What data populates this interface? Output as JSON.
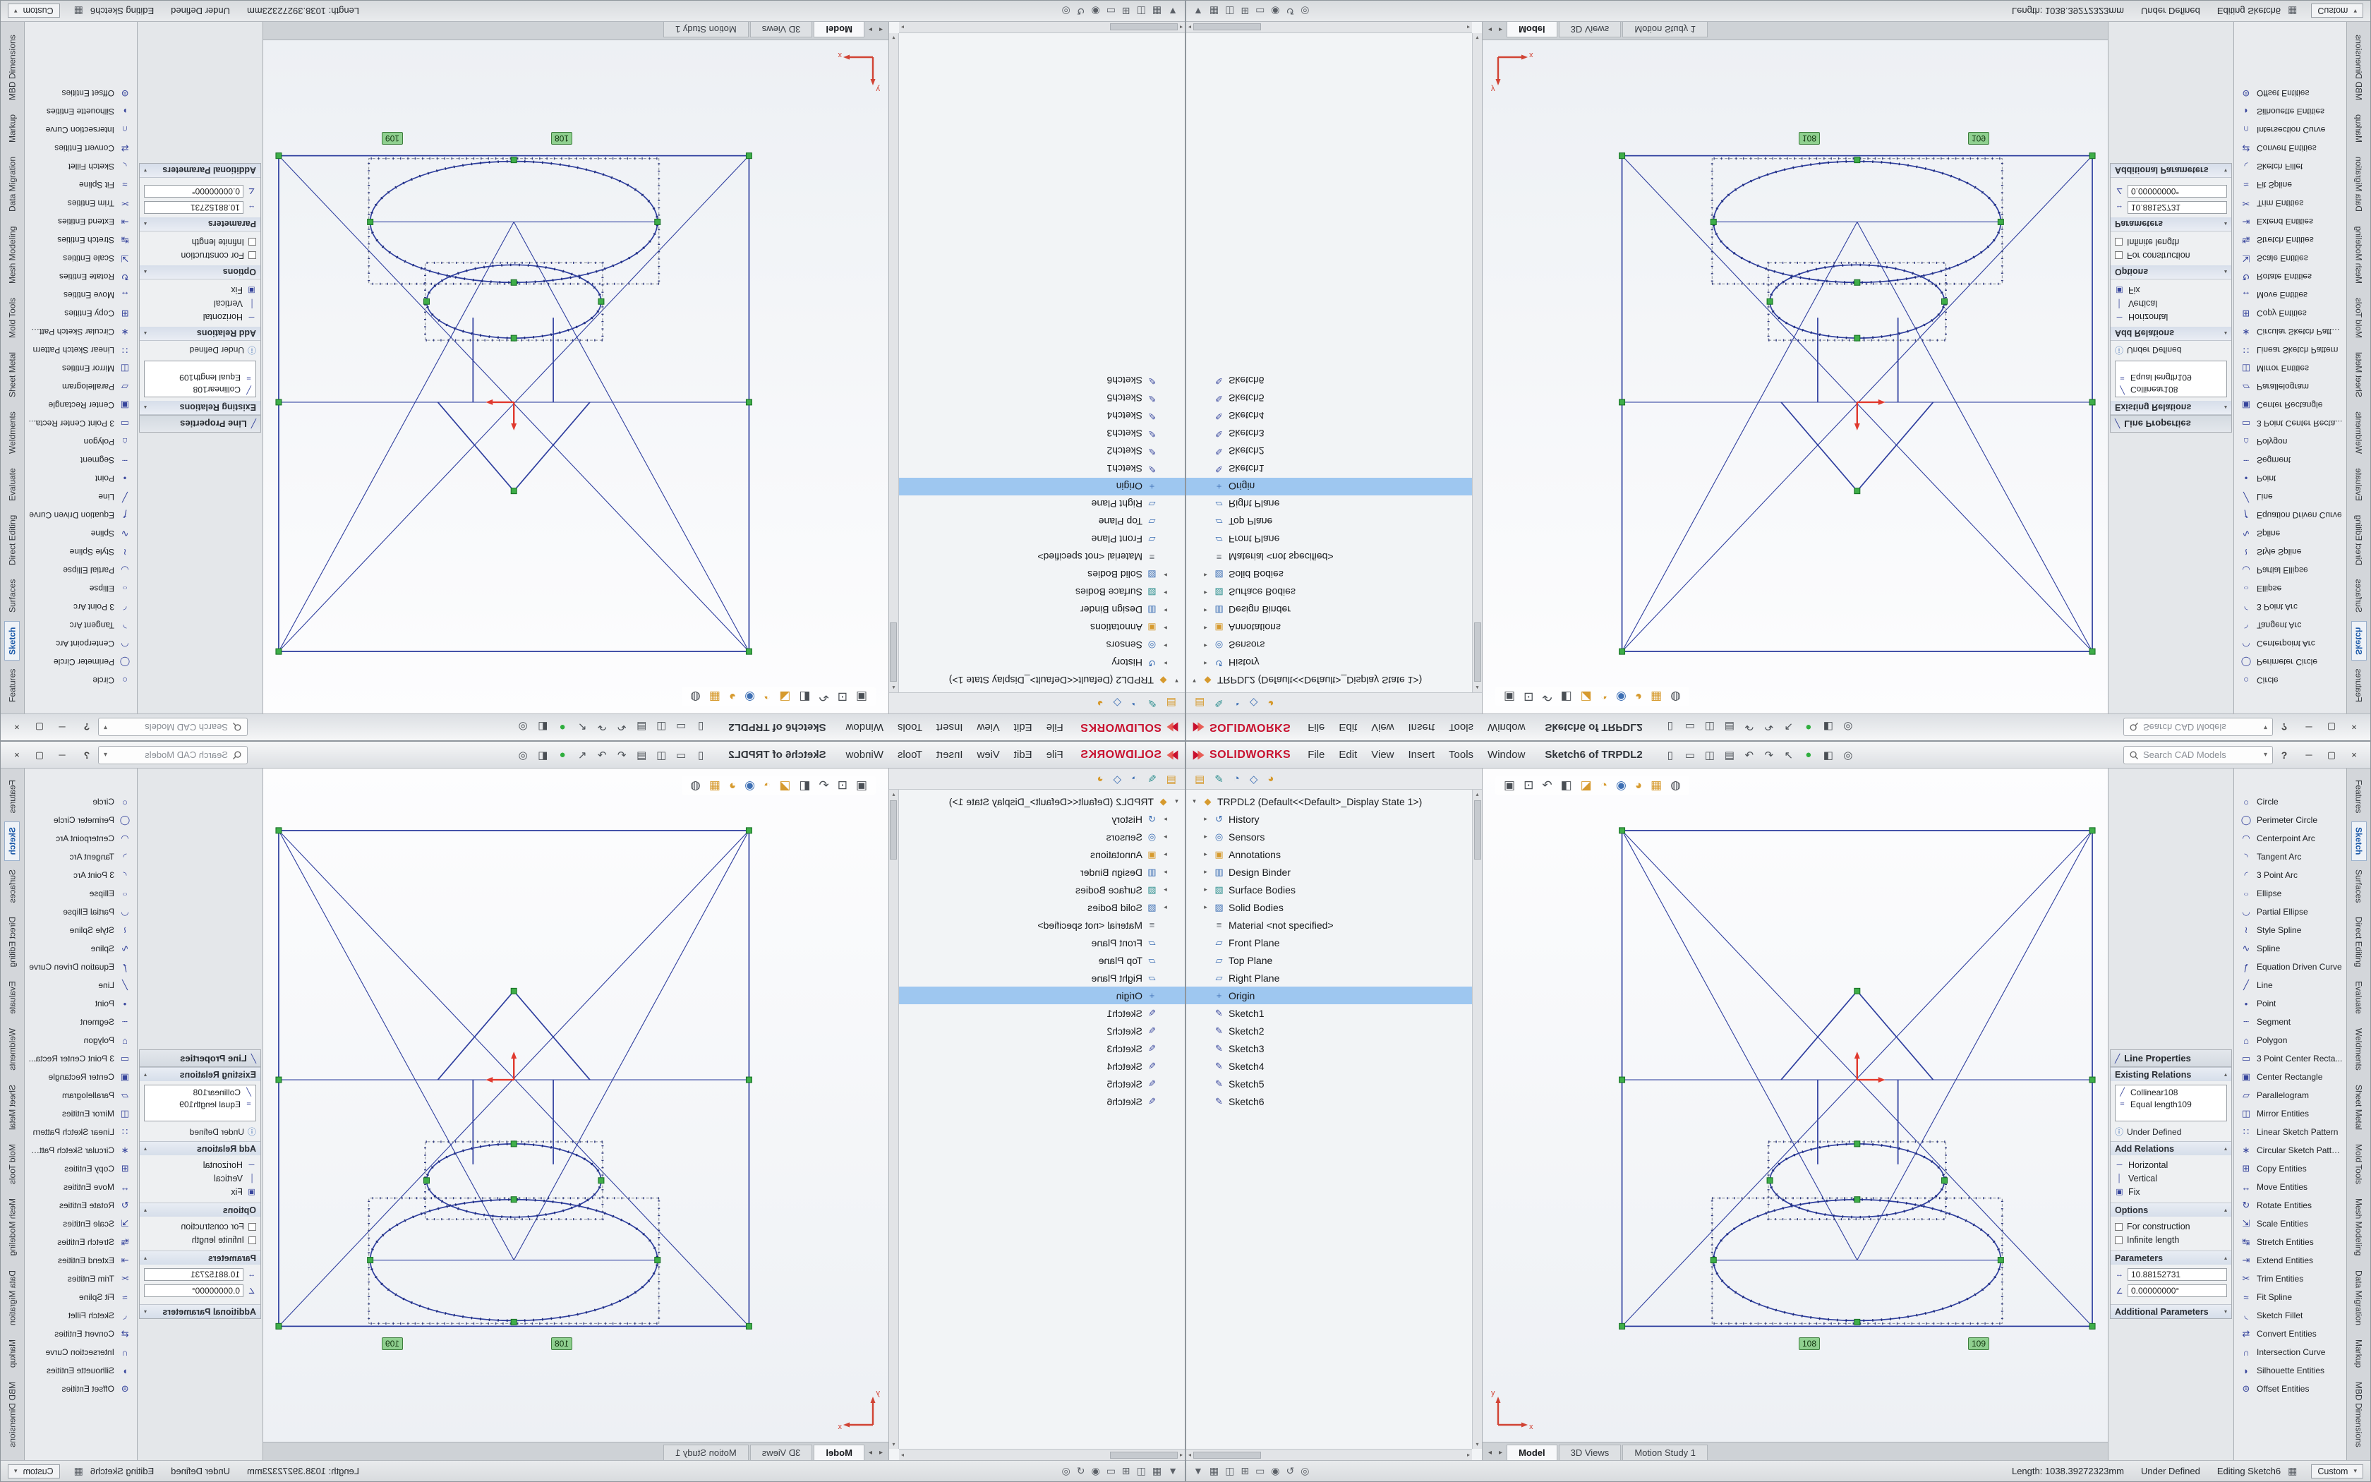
{
  "colors": {
    "sketch_blue": "#2f3f9f",
    "selection_green": "#3fae49",
    "origin_red": "#e03a2f",
    "logo_red": "#c8102e",
    "accent_blue": "#2a6fbd",
    "callout_green": "#8fd08f"
  },
  "menubar": {
    "logo_text": "SOLIDWORKS",
    "menus": [
      "File",
      "Edit",
      "View",
      "Insert",
      "Tools",
      "Window"
    ],
    "title": "Sketch6 of TRPDL2",
    "quick_icons": [
      {
        "name": "new-icon"
      },
      {
        "name": "open-icon"
      },
      {
        "name": "save-icon"
      },
      {
        "name": "print-icon"
      },
      {
        "name": "undo-icon"
      },
      {
        "name": "redo-icon"
      },
      {
        "name": "select-icon"
      },
      {
        "name": "rebuild-icon"
      },
      {
        "name": "display-settings-icon"
      },
      {
        "name": "options-icon"
      }
    ],
    "search_placeholder": "Search CAD Models",
    "help_label": "?",
    "window_buttons": [
      {
        "name": "minimize-button",
        "icon": "minimize-icon"
      },
      {
        "name": "maximize-button",
        "icon": "maximize-icon"
      },
      {
        "name": "close-button",
        "icon": "close-icon"
      }
    ]
  },
  "feature_tree": {
    "manager_tabs": [
      {
        "name": "featuremanager-tab-icon"
      },
      {
        "name": "propertymanager-tab-icon"
      },
      {
        "name": "configurationmanager-tab-icon"
      },
      {
        "name": "dimxpertmanager-tab-icon"
      },
      {
        "name": "displaymanager-tab-icon"
      }
    ],
    "items": [
      {
        "label": "TRPDL2 (Default<<Default>_Display State 1>)",
        "icon": "part-icon",
        "level": 0,
        "arrow": "▾"
      },
      {
        "label": "History",
        "icon": "history-icon",
        "level": 1,
        "arrow": "▸"
      },
      {
        "label": "Sensors",
        "icon": "sensors-icon",
        "level": 1,
        "arrow": "▸"
      },
      {
        "label": "Annotations",
        "icon": "annotations-icon",
        "level": 1,
        "arrow": "▸"
      },
      {
        "label": "Design Binder",
        "icon": "design-binder-icon",
        "level": 1,
        "arrow": "▸"
      },
      {
        "label": "Surface Bodies",
        "icon": "surface-bodies-icon",
        "level": 1,
        "arrow": "▸"
      },
      {
        "label": "Solid Bodies",
        "icon": "solid-bodies-icon",
        "level": 1,
        "arrow": "▸"
      },
      {
        "label": "Material <not specified>",
        "icon": "material-icon",
        "level": 1
      },
      {
        "label": "Front Plane",
        "icon": "plane-icon",
        "level": 1
      },
      {
        "label": "Top Plane",
        "icon": "plane-icon",
        "level": 1
      },
      {
        "label": "Right Plane",
        "icon": "plane-icon",
        "level": 1
      },
      {
        "label": "Origin",
        "icon": "origin-icon",
        "level": 1,
        "selected": true
      },
      {
        "label": "Sketch1",
        "icon": "sketch-icon",
        "level": 1
      },
      {
        "label": "Sketch2",
        "icon": "sketch-icon",
        "level": 1
      },
      {
        "label": "Sketch3",
        "icon": "sketch-icon",
        "level": 1
      },
      {
        "label": "Sketch4",
        "icon": "sketch-icon",
        "level": 1
      },
      {
        "label": "Sketch5",
        "icon": "sketch-icon",
        "level": 1
      },
      {
        "label": "Sketch6",
        "icon": "sketch-icon",
        "level": 1
      }
    ]
  },
  "headsup": {
    "icons": [
      {
        "name": "zoom-fit-icon"
      },
      {
        "name": "zoom-area-icon"
      },
      {
        "name": "previous-view-icon"
      },
      {
        "name": "section-view-icon"
      },
      {
        "name": "view-orientation-icon"
      },
      {
        "name": "display-style-icon"
      },
      {
        "name": "hide-items-icon"
      },
      {
        "name": "appearance-icon"
      },
      {
        "name": "scene-icon"
      },
      {
        "name": "view-settings-icon"
      }
    ]
  },
  "property_panel": {
    "title": "Line Properties",
    "existing_relations": {
      "label": "Existing Relations",
      "relations": [
        {
          "icon": "collinear-relation-icon",
          "label": "Collinear108"
        },
        {
          "icon": "equal-relation-icon",
          "label": "Equal length109"
        }
      ],
      "status": "Under Defined"
    },
    "add_relations": {
      "label": "Add Relations",
      "options": [
        {
          "icon": "horizontal-relation-icon",
          "label": "Horizontal"
        },
        {
          "icon": "vertical-relation-icon",
          "label": "Vertical"
        },
        {
          "icon": "fix-relation-icon",
          "label": "Fix"
        }
      ]
    },
    "options": {
      "label": "Options",
      "checkboxes": [
        "For construction",
        "Infinite length"
      ]
    },
    "parameters": {
      "label": "Parameters",
      "fields": [
        {
          "icon": "length-parameter-icon",
          "value": "10.88152731"
        },
        {
          "icon": "angle-parameter-icon",
          "value": "0.00000000°"
        }
      ]
    },
    "additional_parameters": {
      "label": "Additional Parameters"
    }
  },
  "tool_palette": {
    "tools": [
      {
        "icon": "circle-icon",
        "label": "Circle"
      },
      {
        "icon": "perimeter-circle-icon",
        "label": "Perimeter Circle"
      },
      {
        "icon": "centerpoint-arc-icon",
        "label": "Centerpoint Arc"
      },
      {
        "icon": "tangent-arc-icon",
        "label": "Tangent Arc"
      },
      {
        "icon": "three-point-arc-icon",
        "label": "3 Point Arc"
      },
      {
        "icon": "ellipse-icon",
        "label": "Ellipse"
      },
      {
        "icon": "partial-ellipse-icon",
        "label": "Partial Ellipse"
      },
      {
        "icon": "style-spline-icon",
        "label": "Style Spline"
      },
      {
        "icon": "spline-icon",
        "label": "Spline"
      },
      {
        "icon": "equation-curve-icon",
        "label": "Equation Driven Curve"
      },
      {
        "icon": "line-icon",
        "label": "Line"
      },
      {
        "icon": "point-icon",
        "label": "Point"
      },
      {
        "icon": "segment-icon",
        "label": "Segment"
      },
      {
        "icon": "polygon-icon",
        "label": "Polygon"
      },
      {
        "icon": "three-point-center-rect-icon",
        "label": "3 Point Center Recta..."
      },
      {
        "icon": "center-rectangle-icon",
        "label": "Center Rectangle"
      },
      {
        "icon": "parallelogram-icon",
        "label": "Parallelogram"
      },
      {
        "icon": "mirror-entities-icon",
        "label": "Mirror Entities"
      },
      {
        "icon": "linear-pattern-icon",
        "label": "Linear Sketch Pattern"
      },
      {
        "icon": "circular-pattern-icon",
        "label": "Circular Sketch Pattern"
      },
      {
        "icon": "copy-entities-icon",
        "label": "Copy Entities"
      },
      {
        "icon": "move-entities-icon",
        "label": "Move Entities"
      },
      {
        "icon": "rotate-entities-icon",
        "label": "Rotate Entities"
      },
      {
        "icon": "scale-entities-icon",
        "label": "Scale Entities"
      },
      {
        "icon": "stretch-entities-icon",
        "label": "Stretch Entities"
      },
      {
        "icon": "extend-entities-icon",
        "label": "Extend Entities"
      },
      {
        "icon": "trim-entities-icon",
        "label": "Trim Entities"
      },
      {
        "icon": "fit-spline-icon",
        "label": "Fit Spline"
      },
      {
        "icon": "sketch-fillet-icon",
        "label": "Sketch Fillet"
      },
      {
        "icon": "convert-entities-icon",
        "label": "Convert Entities"
      },
      {
        "icon": "intersection-curve-icon",
        "label": "Intersection Curve"
      },
      {
        "icon": "silhouette-entities-icon",
        "label": "Silhouette Entities"
      },
      {
        "icon": "offset-entities-icon",
        "label": "Offset Entities"
      }
    ]
  },
  "side_tabs": [
    {
      "label": "Features"
    },
    {
      "label": "Sketch",
      "active": true
    },
    {
      "label": "Surfaces"
    },
    {
      "label": "Direct Editing"
    },
    {
      "label": "Evaluate"
    },
    {
      "label": "Weldments"
    },
    {
      "label": "Sheet Metal"
    },
    {
      "label": "Mold Tools"
    },
    {
      "label": "Mesh Modeling"
    },
    {
      "label": "Data Migration"
    },
    {
      "label": "Markup"
    },
    {
      "label": "MBD Dimensions"
    }
  ],
  "doc_tabs": [
    {
      "label": "Model",
      "active": true
    },
    {
      "label": "3D Views"
    },
    {
      "label": "Motion Study 1"
    }
  ],
  "statusbar": {
    "left_icons": [
      {
        "name": "selection-filter-icon"
      },
      {
        "name": "grid-snap-icon"
      },
      {
        "name": "dimension-standard-icon"
      },
      {
        "name": "units-icon"
      },
      {
        "name": "tag-icon"
      },
      {
        "name": "notification-icon"
      },
      {
        "name": "sync-icon"
      },
      {
        "name": "performance-icon"
      }
    ],
    "length": "Length: 1038.39272323mm",
    "state": "Under Defined",
    "editing": "Editing Sketch6",
    "units": "Custom"
  },
  "sketch": {
    "callouts": [
      {
        "label": "108"
      },
      {
        "label": "109"
      }
    ]
  }
}
